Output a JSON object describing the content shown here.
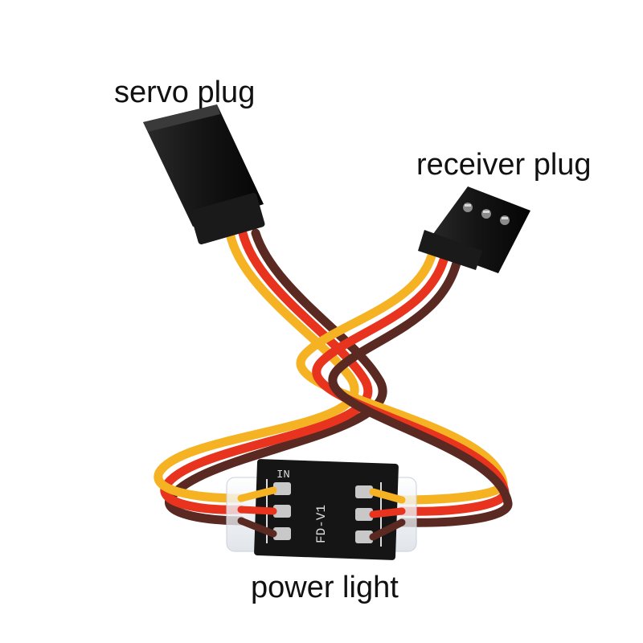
{
  "labels": {
    "servo_plug": "servo plug",
    "receiver_plug": "receiver plug",
    "power_light": "power light"
  },
  "board": {
    "in_text": "IN",
    "model_text": "FD-V1"
  },
  "colors": {
    "background": "#ffffff",
    "wire_signal": "#f5b323",
    "wire_power": "#e8331f",
    "wire_ground": "#5a2a22",
    "plug_body": "#1a1a1a",
    "board": "#151515",
    "pad": "#c8c8c8",
    "heatshrink": "#e9edf1"
  }
}
